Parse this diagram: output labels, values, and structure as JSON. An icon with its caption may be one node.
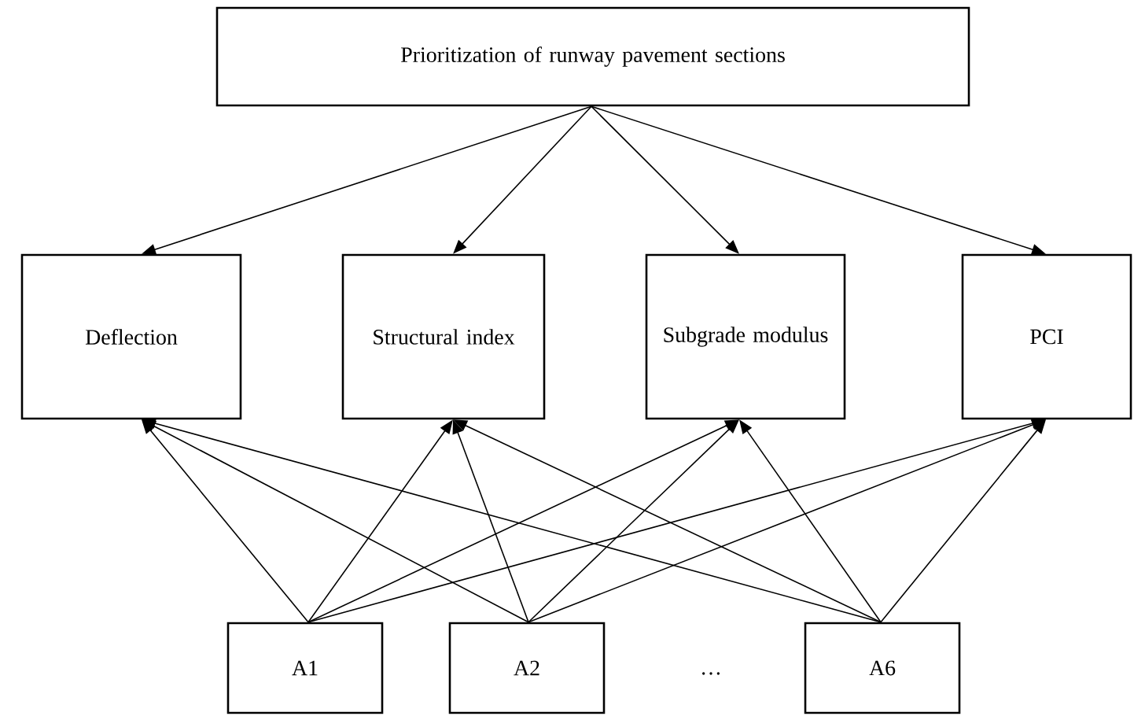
{
  "diagram": {
    "nodes": [
      {
        "text": [
          "Prioritization of runway pavement sections"
        ]
      },
      {
        "text": [
          "Deflection"
        ]
      },
      {
        "text": [
          "Structural index"
        ]
      },
      {
        "text": [
          "Subgrade modulus"
        ]
      },
      {
        "text": [
          "PCI"
        ]
      },
      {
        "text": [
          "A1"
        ]
      },
      {
        "text": [
          "A2"
        ]
      },
      {
        "text": [
          "A6"
        ]
      }
    ],
    "edges": [
      {
        "from": 0,
        "to": 1,
        "arrow": "to"
      },
      {
        "from": 0,
        "to": 2,
        "arrow": "to"
      },
      {
        "from": 0,
        "to": 3,
        "arrow": "to"
      },
      {
        "from": 0,
        "to": 4,
        "arrow": "to"
      },
      {
        "from": 5,
        "to": 1,
        "arrow": "to"
      },
      {
        "from": 5,
        "to": 2,
        "arrow": "to"
      },
      {
        "from": 5,
        "to": 3,
        "arrow": "to"
      },
      {
        "from": 5,
        "to": 4,
        "arrow": "to"
      },
      {
        "from": 6,
        "to": 1,
        "arrow": "to"
      },
      {
        "from": 6,
        "to": 2,
        "arrow": "to"
      },
      {
        "from": 6,
        "to": 3,
        "arrow": "to"
      },
      {
        "from": 6,
        "to": 4,
        "arrow": "to"
      },
      {
        "from": 7,
        "to": 1,
        "arrow": "to"
      },
      {
        "from": 7,
        "to": 2,
        "arrow": "to"
      },
      {
        "from": 7,
        "to": 3,
        "arrow": "to"
      },
      {
        "from": 7,
        "to": 4,
        "arrow": "to"
      }
    ],
    "labels": [
      "…"
    ]
  }
}
